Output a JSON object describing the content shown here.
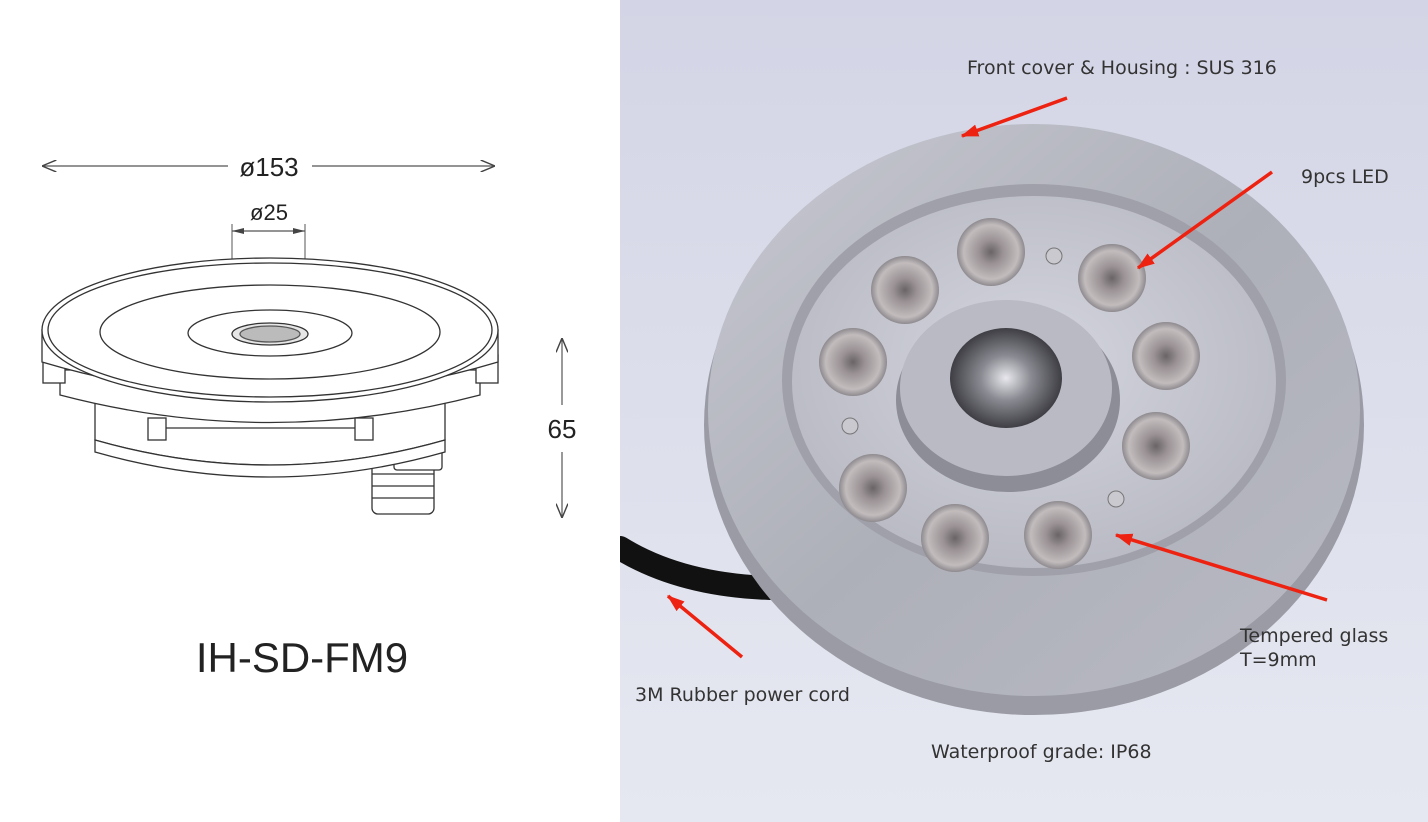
{
  "drawing": {
    "dim_outer": "ø153",
    "dim_inner": "ø25",
    "dim_height": "65",
    "model": "IH-SD-FM9"
  },
  "photo": {
    "callouts": {
      "housing": "Front cover & Housing : SUS 316",
      "led": "9pcs LED",
      "glass_line1": "Tempered glass",
      "glass_line2": "T=9mm",
      "cord": "3M Rubber power cord",
      "waterproof": "Waterproof grade: IP68"
    },
    "arrow_color": "#ee2211"
  }
}
